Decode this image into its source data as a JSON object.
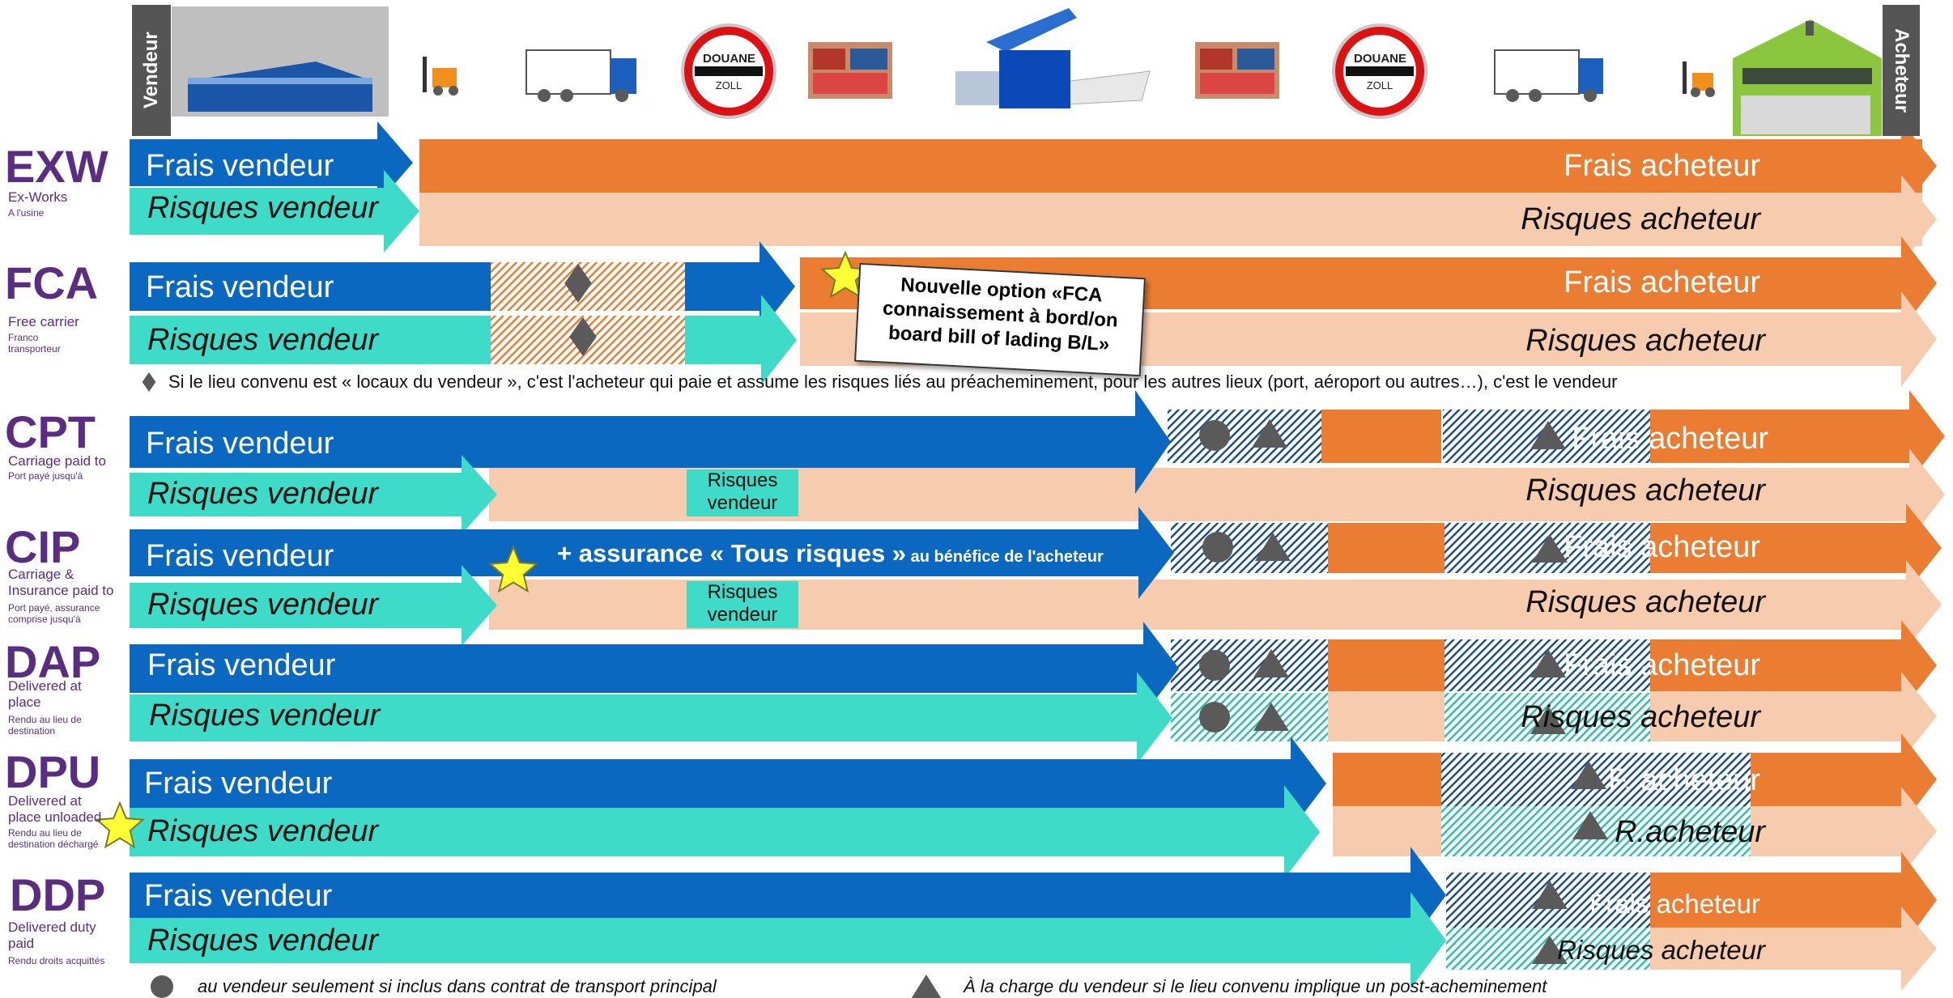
{
  "colors": {
    "blue": "#0b68c0",
    "orange": "#ea7d32",
    "peach": "#f7cbad",
    "teal": "#3ddbc8",
    "gray": "#5a5a5a",
    "purple": "#5a2d82"
  },
  "header": {
    "seller": "Vendeur",
    "buyer": "Acheteur",
    "customs_word1": "DOUANE",
    "customs_word2": "ZOLL",
    "icons": [
      "warehouse-icon",
      "forklift-icon",
      "truck-icon",
      "customs-sign-icon",
      "containers-icon",
      "multimodal-transport-icon",
      "containers-icon",
      "customs-sign-icon",
      "truck-icon",
      "forklift-icon",
      "warehouse-icon"
    ]
  },
  "rows": [
    {
      "code": "EXW",
      "en": "Ex-Works",
      "fr": "A l'usine",
      "frais_v": "Frais vendeur",
      "risques_v": "Risques vendeur",
      "frais_a": "Frais acheteur",
      "risques_a": "Risques acheteur"
    },
    {
      "code": "FCA",
      "en": "Free carrier",
      "fr": "Franco\ntransporteur",
      "frais_v": "Frais vendeur",
      "risques_v": "Risques vendeur",
      "frais_a": "Frais acheteur",
      "risques_a": "Risques acheteur"
    },
    {
      "code": "CPT",
      "en": "Carriage paid to",
      "fr": "Port payé jusqu'à",
      "frais_v": "Frais vendeur",
      "risques_v": "Risques vendeur",
      "frais_a": "Frais acheteur",
      "risques_a": "Risques acheteur",
      "risk_box": "Risques\nvendeur"
    },
    {
      "code": "CIP",
      "en": "Carriage &\nInsurance paid to",
      "fr": "Port payé, assurance\ncomprise jusqu'à",
      "frais_v": "Frais vendeur",
      "risques_v": "Risques vendeur",
      "frais_a": "Frais acheteur",
      "risques_a": "Risques acheteur",
      "risk_box": "Risques\nvendeur"
    },
    {
      "code": "DAP",
      "en": "Delivered at\nplace",
      "fr": "Rendu au lieu de\ndestination",
      "frais_v": "Frais vendeur",
      "risques_v": "Risques vendeur",
      "frais_a": "Frais acheteur",
      "risques_a": "Risques acheteur"
    },
    {
      "code": "DPU",
      "en": "Delivered at\nplace unloaded",
      "fr": "Rendu au lieu de\ndestination déchargé",
      "frais_v": "Frais vendeur",
      "risques_v": "Risques vendeur",
      "frais_a": "F. acheteur",
      "risques_a": "R.acheteur"
    },
    {
      "code": "DDP",
      "en": "Delivered duty\npaid",
      "fr": "Rendu droits acquittés",
      "frais_v": "Frais vendeur",
      "risques_v": "Risques vendeur",
      "frais_a": "Frais acheteur",
      "risques_a": "Risques acheteur"
    }
  ],
  "fca_note": "Si le lieu convenu est « locaux du vendeur », c'est l'acheteur qui paie et assume les risques liés au préacheminement, pour  les autres lieux (port, aéroport ou autres…), c'est le vendeur",
  "fca_callout": "Nouvelle option «FCA\nconnaissement à bord/on\nboard bill of lading B/L»",
  "cip_insurance_main": "+ assurance « Tous risques »",
  "cip_insurance_small": " au  bénéfice de l'acheteur",
  "legend": {
    "circle": "au vendeur  seulement si inclus dans contrat de transport principal",
    "triangle": "À la charge du vendeur si le lieu convenu implique un post-acheminement"
  }
}
